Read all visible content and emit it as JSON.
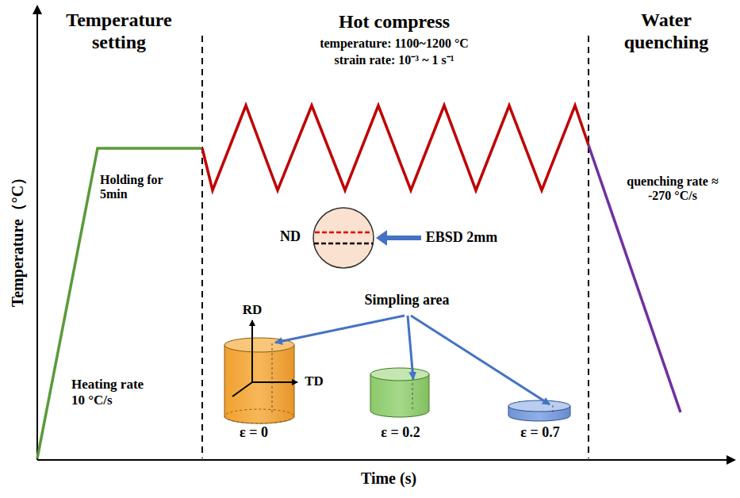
{
  "diagram": {
    "labels": [
      "Temperature setting",
      "Hot compress",
      "temperature: 1100~1200 °C",
      "strain rate: 10⁻³ ~ 1 s⁻¹",
      "Water quenching",
      "Holding for 5min",
      "quenching rate ≈ -270 °C/s",
      "ND",
      "EBSD 2mm",
      "Simpling area",
      "RD",
      "TD",
      "Heating rate 10 °C/s",
      "ε = 0",
      "ε = 0.2",
      "ε = 0.7",
      "Temperature（°C）",
      "Time (s)"
    ]
  }
}
